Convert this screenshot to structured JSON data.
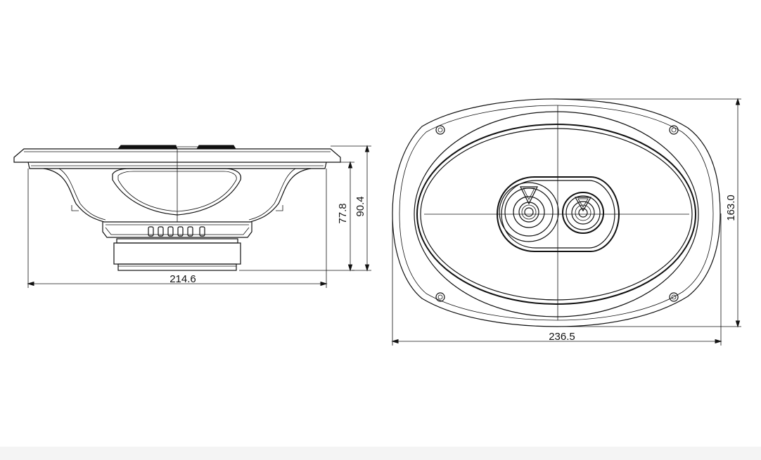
{
  "dimensions": {
    "side_width": "214.6",
    "side_height_inner": "77.8",
    "side_height_total": "90.4",
    "front_width": "236.5",
    "front_height": "163.0"
  }
}
